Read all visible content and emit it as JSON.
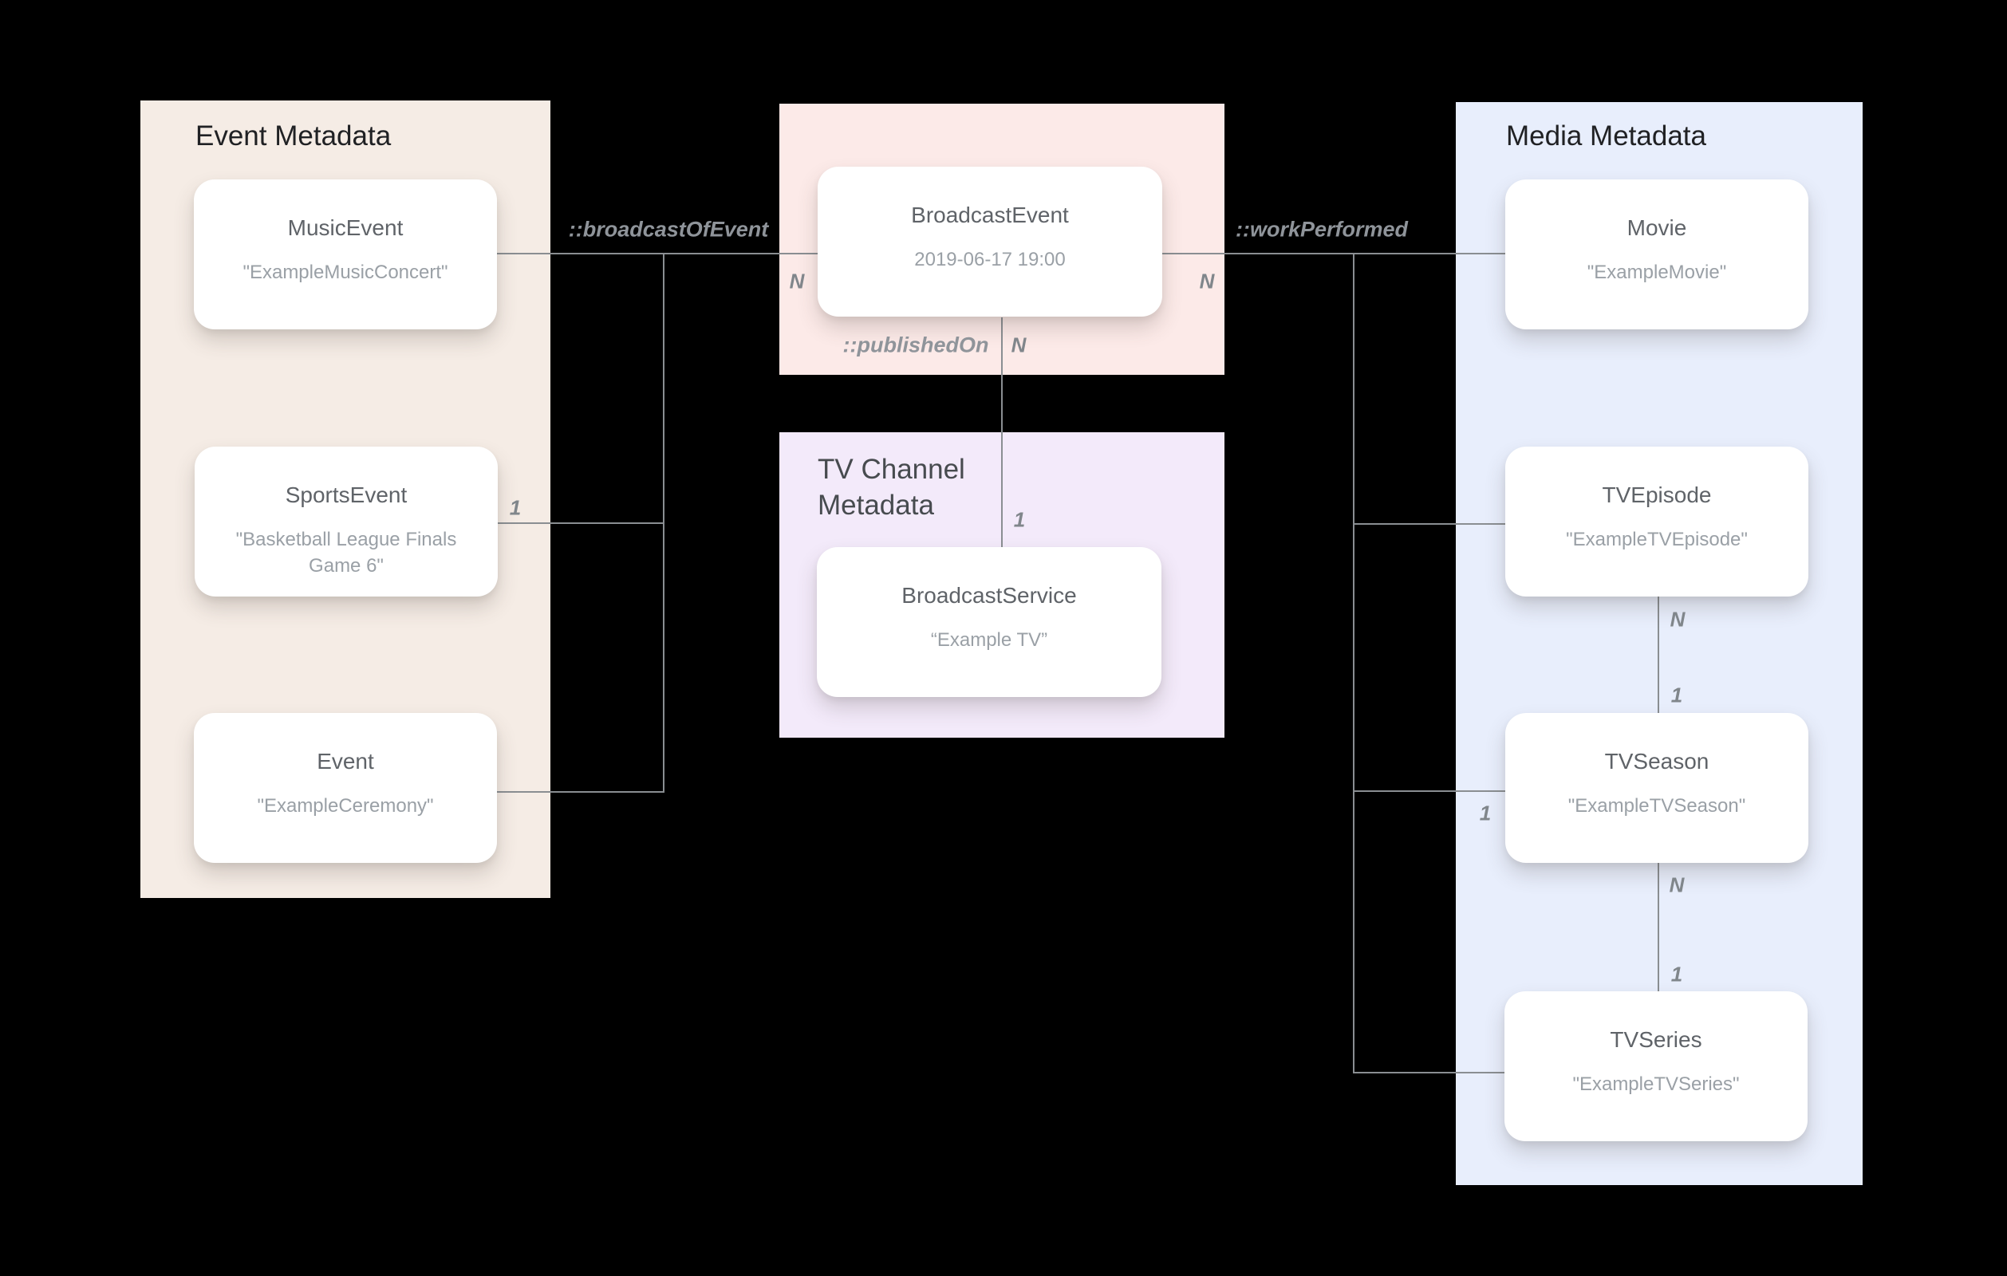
{
  "colors": {
    "page_bg": "#000000",
    "event_panel": "#f5ece5",
    "broadcast_panel": "#fceae8",
    "tv_channel_panel": "#f3eafa",
    "media_panel": "#e8eefc",
    "node_bg": "#ffffff",
    "header_dark": "#202124",
    "header_gray": "#474b4f",
    "node_title": "#5f6368",
    "node_value": "#9aa0a6",
    "line": "#8a8e92",
    "property_label": "#8f949a",
    "cardinality": "#80868b"
  },
  "panels": {
    "event": {
      "title": "Event Metadata"
    },
    "tv_channel": {
      "title": "TV Channel\nMetadata"
    },
    "media": {
      "title": "Media Metadata"
    }
  },
  "nodes": {
    "music_event": {
      "title": "MusicEvent",
      "value": "\"ExampleMusicConcert\""
    },
    "sports_event": {
      "title": "SportsEvent",
      "value": "\"Basketball League Finals Game 6\""
    },
    "event": {
      "title": "Event",
      "value": "\"ExampleCeremony\""
    },
    "broadcast_event": {
      "title": "BroadcastEvent",
      "value": "2019-06-17 19:00"
    },
    "broadcast_service": {
      "title": "BroadcastService",
      "value": "“Example TV”"
    },
    "movie": {
      "title": "Movie",
      "value": "\"ExampleMovie\""
    },
    "tv_episode": {
      "title": "TVEpisode",
      "value": "\"ExampleTVEpisode\""
    },
    "tv_season": {
      "title": "TVSeason",
      "value": "\"ExampleTVSeason\""
    },
    "tv_series": {
      "title": "TVSeries",
      "value": "\"ExampleTVSeries\""
    }
  },
  "edge_labels": {
    "broadcast_of_event": "::broadcastOfEvent",
    "work_performed": "::workPerformed",
    "published_on": "::publishedOn"
  },
  "cardinalities": {
    "n_broadcast_left": "N",
    "one_sports_event": "1",
    "n_broadcast_right": "N",
    "n_published_on": "N",
    "one_broadcast_service": "1",
    "one_tv_season_left": "1",
    "n_episode_season": "N",
    "one_episode_season": "1",
    "n_season_series": "N",
    "one_season_series": "1"
  }
}
